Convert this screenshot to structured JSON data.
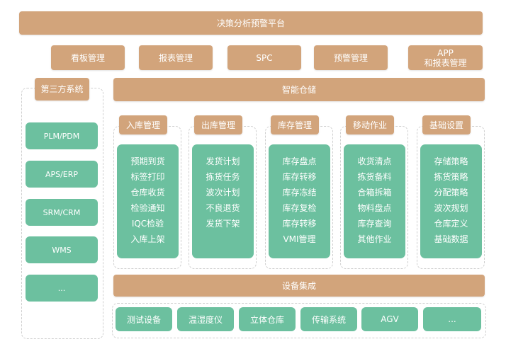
{
  "top_title": "决策分析预警平台",
  "modules": [
    "看板管理",
    "报表管理",
    "SPC",
    "预警管理",
    "APP\n和报表管理"
  ],
  "third_party": {
    "title": "第三方系统",
    "items": [
      "PLM/PDM",
      "APS/ERP",
      "SRM/CRM",
      "WMS",
      "..."
    ]
  },
  "smart_warehouse": {
    "title": "智能仓储",
    "columns": [
      {
        "title": "入库管理",
        "items": [
          "预期到货",
          "标签打印",
          "仓库收货",
          "检验通知",
          "IQC检验",
          "入库上架"
        ]
      },
      {
        "title": "出库管理",
        "items": [
          "发货计划",
          "拣货任务",
          "波次计划",
          "不良退货",
          "发货下架"
        ]
      },
      {
        "title": "库存管理",
        "items": [
          "库存盘点",
          "库存转移",
          "库存冻结",
          "库存复检",
          "库存转移",
          "VMI管理"
        ]
      },
      {
        "title": "移动作业",
        "items": [
          "收货清点",
          "拣货备料",
          "合箱拆箱",
          "物料盘点",
          "库存查询",
          "其他作业"
        ]
      },
      {
        "title": "基础设置",
        "items": [
          "存储策略",
          "拣货策略",
          "分配策略",
          "波次规划",
          "仓库定义",
          "基础数据"
        ]
      }
    ]
  },
  "equipment": {
    "title": "设备集成",
    "items": [
      "测试设备",
      "温湿度仪",
      "立体仓库",
      "传输系统",
      "AGV",
      "..."
    ]
  },
  "colors": {
    "tan": "#d2a47b",
    "green": "#6cc09f"
  }
}
